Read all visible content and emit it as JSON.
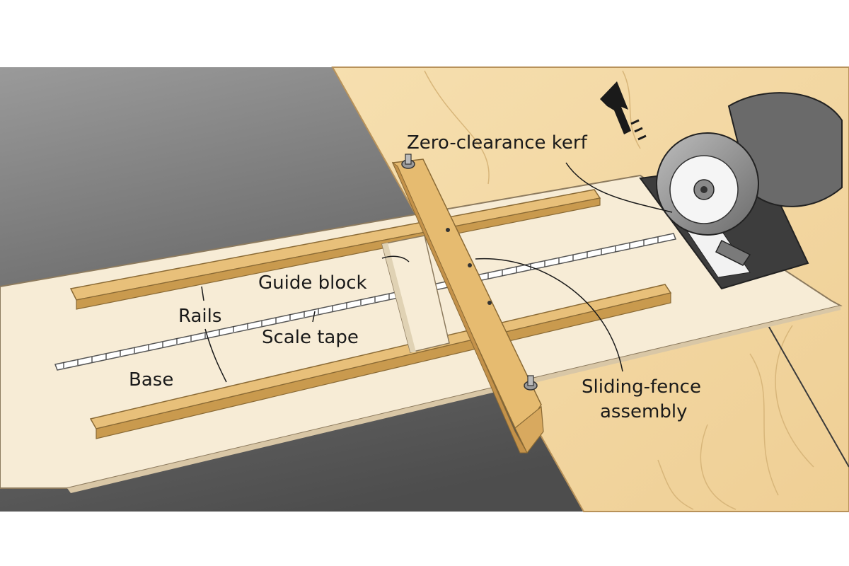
{
  "labels": {
    "zero_clearance_kerf": "Zero-clearance kerf",
    "guide_block": "Guide block",
    "rails": "Rails",
    "scale_tape": "Scale tape",
    "base": "Base",
    "sliding_fence_line1": "Sliding-fence",
    "sliding_fence_line2": "assembly"
  },
  "colors": {
    "floor": "#5a5a5a",
    "wood": "#f3d9a6",
    "base": "#f7ecd6",
    "rail": "#e8c07a",
    "fence": "#e6bb70",
    "saw": "#8d8d8d",
    "plate": "#3d3d3d",
    "leader": "#1a1a1a"
  },
  "icons": [
    "direction-arrow-icon",
    "circular-saw-icon",
    "wing-nut-icon"
  ]
}
